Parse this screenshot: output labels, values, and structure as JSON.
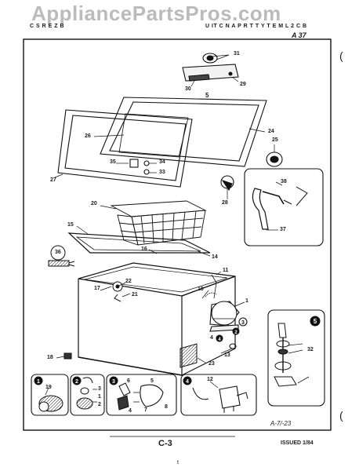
{
  "watermark": "AppliancePartsPros.com",
  "header": {
    "left": "C S  R E Z  B",
    "right": "U IT  C  N  A P  R  T  T  Y  T  E M  L  2  C  B",
    "page_ref": "A 37"
  },
  "callouts": [
    "1",
    "2",
    "3",
    "4",
    "5",
    "10",
    "11",
    "13",
    "14",
    "15",
    "16",
    "17",
    "18",
    "19",
    "20",
    "21",
    "22",
    "23",
    "24",
    "25",
    "26",
    "27",
    "28",
    "29",
    "30",
    "31",
    "32",
    "33",
    "34",
    "35",
    "36",
    "37",
    "38"
  ],
  "detail_labels": [
    "1",
    "2",
    "3",
    "4",
    "5"
  ],
  "detail_callouts": {
    "d1": [
      "19"
    ],
    "d2": [
      "3",
      "1",
      "2"
    ],
    "d3": [
      "6",
      "5",
      "4",
      "7",
      "8"
    ],
    "d4": [
      "12"
    ],
    "d5": [
      "32"
    ]
  },
  "figure_ref": "A-7/-23",
  "footer": {
    "page": "C-3",
    "issued": "ISSUED 1/84",
    "mark": "t"
  }
}
